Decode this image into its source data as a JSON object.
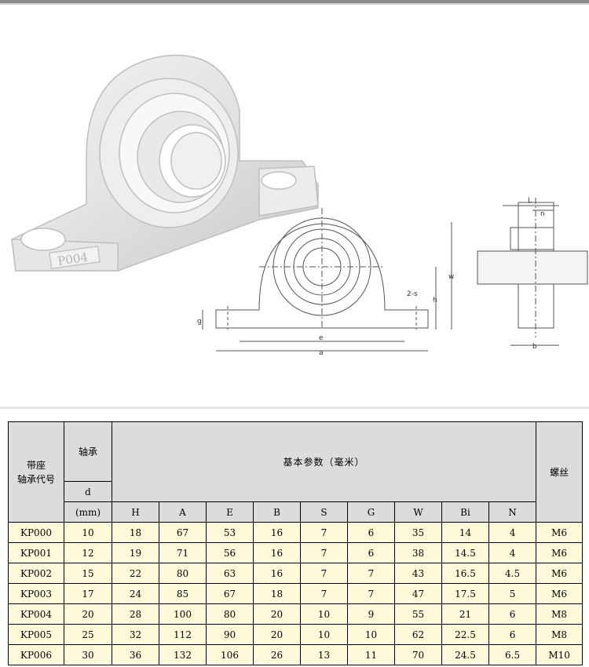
{
  "drawing": {
    "model_mark": "P004",
    "dimension_labels": {
      "w": "w",
      "h": "h",
      "g": "g",
      "e": "e",
      "a": "a",
      "s": "2-s",
      "L": "L",
      "n": "n",
      "b": "b"
    }
  },
  "table": {
    "header": {
      "housing_code": "带座\n轴承代号",
      "bearing": "轴承",
      "d_symbol": "d",
      "unit": "(mm)",
      "params_title": "基本参数（毫米）",
      "thread": "螺丝"
    },
    "columns": [
      "H",
      "A",
      "E",
      "B",
      "S",
      "G",
      "W",
      "Bi",
      "N"
    ],
    "rows": [
      [
        "KP000",
        "10",
        "18",
        "67",
        "53",
        "16",
        "7",
        "6",
        "35",
        "14",
        "4",
        "M6"
      ],
      [
        "KP001",
        "12",
        "19",
        "71",
        "56",
        "16",
        "7",
        "6",
        "38",
        "14.5",
        "4",
        "M6"
      ],
      [
        "KP002",
        "15",
        "22",
        "80",
        "63",
        "16",
        "7",
        "7",
        "43",
        "16.5",
        "4.5",
        "M6"
      ],
      [
        "KP003",
        "17",
        "24",
        "85",
        "67",
        "18",
        "7",
        "7",
        "47",
        "17.5",
        "5",
        "M6"
      ],
      [
        "KP004",
        "20",
        "28",
        "100",
        "80",
        "20",
        "10",
        "9",
        "55",
        "21",
        "6",
        "M8"
      ],
      [
        "KP005",
        "25",
        "32",
        "112",
        "90",
        "20",
        "10",
        "10",
        "62",
        "22.5",
        "6",
        "M8"
      ],
      [
        "KP006",
        "30",
        "36",
        "132",
        "106",
        "26",
        "13",
        "11",
        "70",
        "24.5",
        "6.5",
        "M10"
      ]
    ]
  }
}
